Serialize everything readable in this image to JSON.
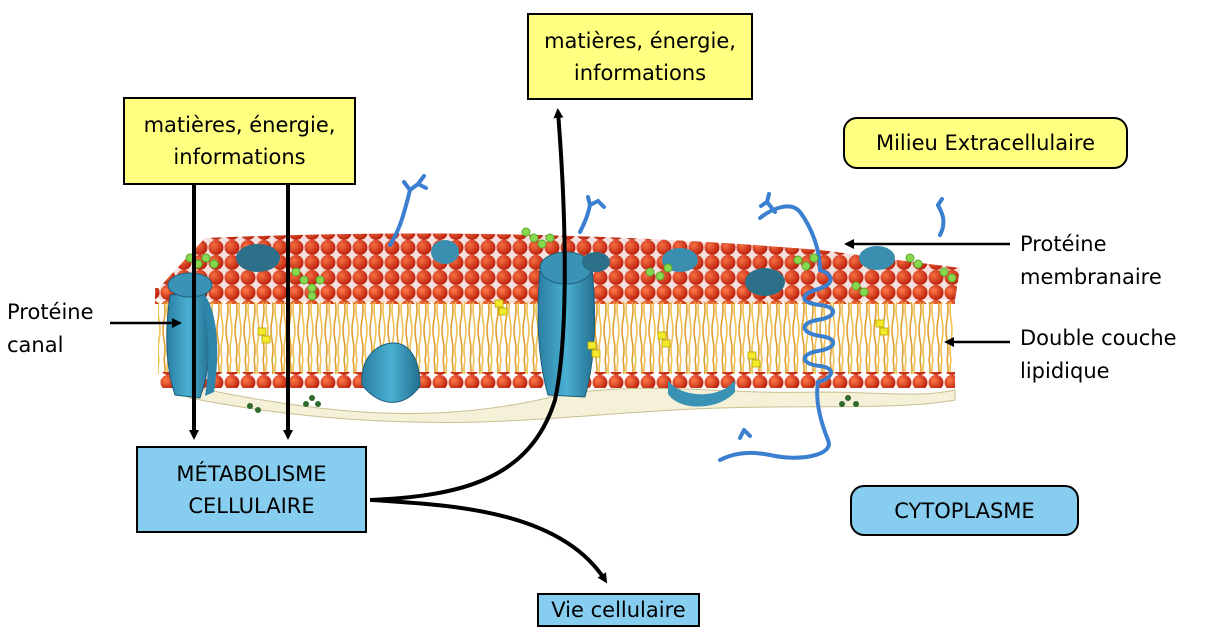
{
  "colors": {
    "yellow_box": "#ffff80",
    "blue_box": "#87cdef",
    "lipid_head": "#d92b14",
    "lipid_tail": "#e8b040",
    "protein": "#3a93b5",
    "protein_dark": "#276f8d",
    "glyco_green": "#7ed44a",
    "arrow": "#000000"
  },
  "input_box": {
    "text": "matières, énergie,\ninformations"
  },
  "output_box": {
    "text": "matières, énergie,\ninformations"
  },
  "metabolism_box": {
    "text": "MÉTABOLISME\nCELLULAIRE"
  },
  "vie_box": {
    "text": "Vie cellulaire"
  },
  "extracellular_box": {
    "text": "Milieu Extracellulaire"
  },
  "cytoplasme_box": {
    "text": "CYTOPLASME"
  },
  "labels": {
    "channel_protein": "Protéine\ncanal",
    "membrane_protein": "Protéine\nmembranaire",
    "lipid_bilayer": "Double couche\nlipidique"
  },
  "illustration": {
    "subject": "cell-membrane-lipid-bilayer",
    "icons": [
      "phospholipid-head-icon",
      "channel-protein-icon",
      "helical-transmembrane-protein-icon",
      "glycoprotein-icon",
      "cholesterol-icon"
    ]
  }
}
